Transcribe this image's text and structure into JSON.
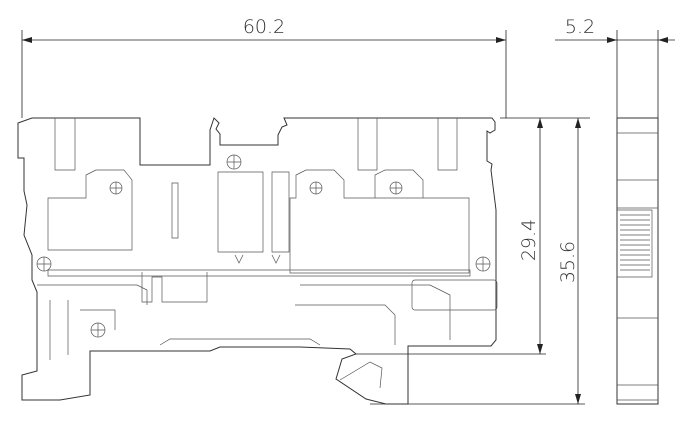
{
  "dimensions": {
    "width": "60.2",
    "thickness": "5.2",
    "height_to_rail": "29.4",
    "overall_height": "35.6"
  }
}
